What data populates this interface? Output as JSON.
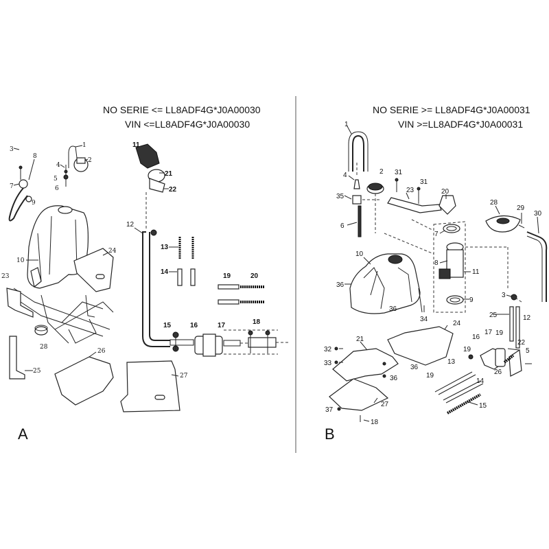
{
  "panel_a": {
    "header_line1": "NO SERIE <= LL8ADF4G*J0A00030",
    "header_line2": "VIN <=LL8ADF4G*J0A00030",
    "panel_label": "A",
    "callouts": [
      "1",
      "2",
      "3",
      "4",
      "5",
      "6",
      "7",
      "8",
      "9",
      "10",
      "11",
      "12",
      "13",
      "14",
      "15",
      "16",
      "17",
      "18",
      "19",
      "20",
      "21",
      "22",
      "23",
      "24",
      "25",
      "26",
      "27",
      "28"
    ]
  },
  "panel_b": {
    "header_line1": "NO SERIE >= LL8ADF4G*J0A00031",
    "header_line2": "VIN >=LL8ADF4G*J0A00031",
    "panel_label": "B",
    "callouts": [
      "1",
      "2",
      "3",
      "4",
      "5",
      "6",
      "7",
      "8",
      "9",
      "10",
      "11",
      "12",
      "13",
      "14",
      "15",
      "16",
      "17",
      "18",
      "19",
      "19",
      "19",
      "20",
      "21",
      "22",
      "23",
      "24",
      "25",
      "26",
      "27",
      "28",
      "29",
      "30",
      "31",
      "31",
      "32",
      "33",
      "34",
      "35",
      "36",
      "36",
      "36",
      "37"
    ]
  }
}
